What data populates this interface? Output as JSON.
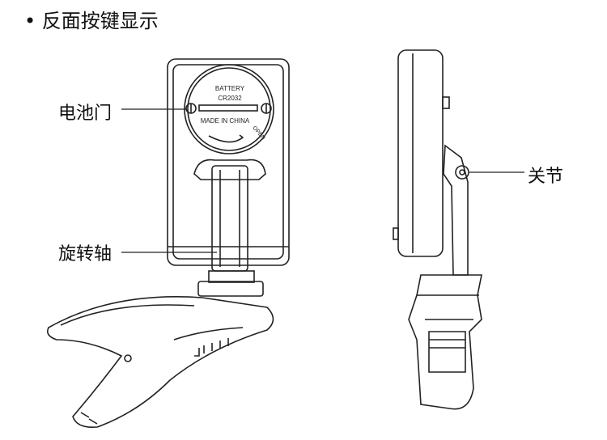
{
  "title": "• 反面按键显示",
  "labels": {
    "battery_door": "电池门",
    "rotation_axis": "旋转轴",
    "joint": "关节"
  },
  "device_text": {
    "battery": "BATTERY",
    "model": "CR2032",
    "made_in": "MADE IN CHINA",
    "open": "OPEN"
  }
}
